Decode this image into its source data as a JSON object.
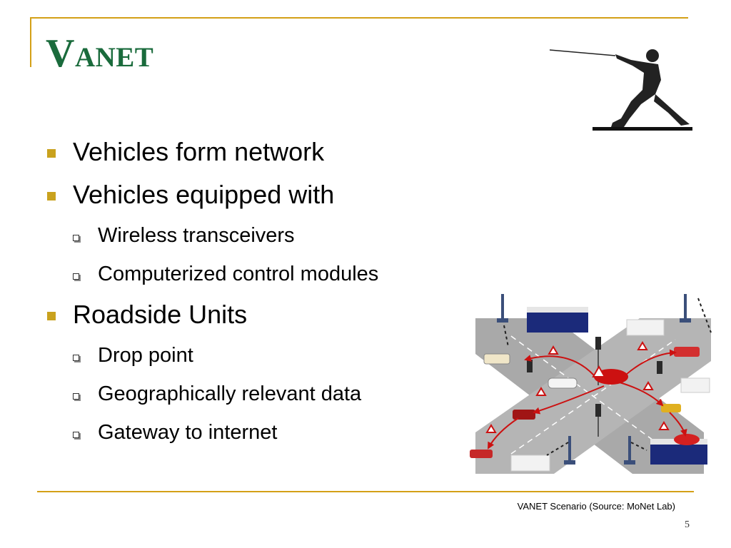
{
  "slide": {
    "title": "Vanet",
    "bullets": [
      {
        "text": "Vehicles form network",
        "sub": []
      },
      {
        "text": "Vehicles equipped with",
        "sub": [
          "Wireless transceivers",
          "Computerized control modules"
        ]
      },
      {
        "text": "Roadside Units",
        "sub": [
          "Drop point",
          "Geographically relevant data",
          "Gateway to internet"
        ]
      }
    ],
    "caption": "VANET Scenario (Source: MoNet Lab)",
    "page_number": "5"
  },
  "theme": {
    "accent": "#d4a017",
    "title_color": "#1a6b3c",
    "bullet_color": "#c9a21e"
  },
  "icons": {
    "level1_bullet": "square-bullet",
    "level2_bullet": "hollow-square-bullet",
    "clipart": "fencer-clipart",
    "diagram": "vanet-scenario-illustration"
  }
}
